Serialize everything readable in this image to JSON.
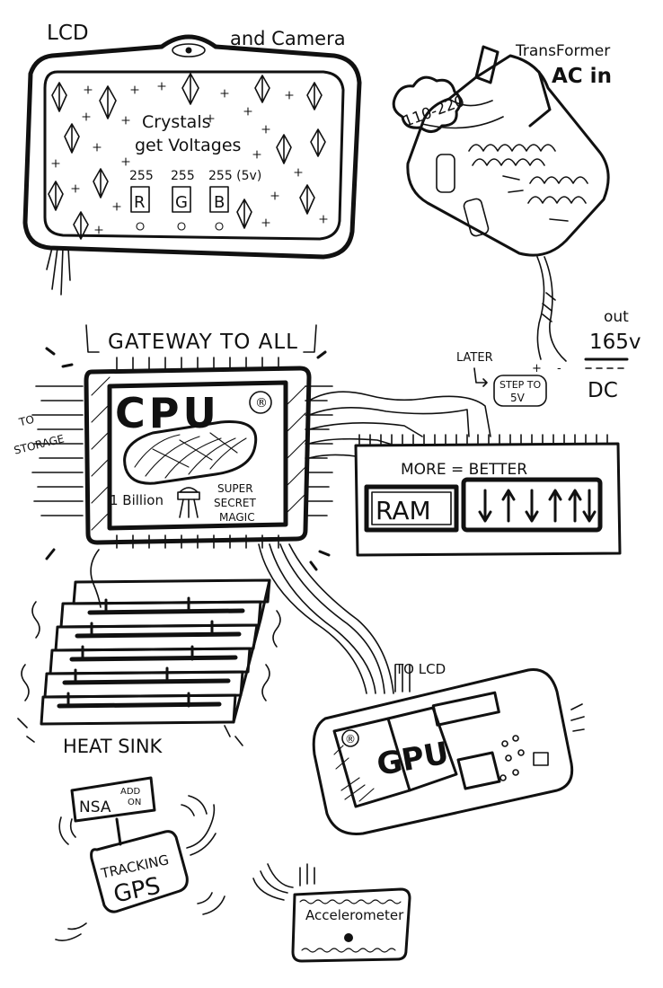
{
  "lcd": {
    "title": "LCD",
    "camera": "and Camera",
    "crystals_line1": "Crystals",
    "crystals_line2": "get Voltages",
    "channels": [
      {
        "value": "255",
        "letter": "R"
      },
      {
        "value": "255",
        "letter": "G"
      },
      {
        "value": "255 (5v)",
        "letter": "B"
      }
    ]
  },
  "transformer": {
    "title_line1": "TransFormer",
    "title_line2": "AC in",
    "input_voltage": "110-220",
    "out_label": "out",
    "out_voltage": "165v",
    "out_type": "DC",
    "later_label": "LATER",
    "step_line1": "STEP TO",
    "step_line2": "5V"
  },
  "cpu": {
    "gateway": "GATEWAY TO ALL",
    "label": "CPU",
    "registered": "®",
    "billion": "1 Billion",
    "magic_line1": "SUPER",
    "magic_line2": "SECRET",
    "magic_line3": "MAGIC",
    "to_storage_line1": "TO",
    "to_storage_line2": "STORAGE"
  },
  "ram": {
    "heading": "MORE = BETTER",
    "label": "RAM"
  },
  "heatsink": {
    "label": "HEAT SINK"
  },
  "gpu": {
    "label": "GPU",
    "registered": "®",
    "to_lcd": "TO LCD"
  },
  "gps": {
    "nsa_line1": "NSA",
    "nsa_line2": "ADD",
    "nsa_line3": "ON",
    "line1": "TRACKING",
    "line2": "GPS"
  },
  "accelerometer": {
    "label": "Accelerometer"
  }
}
